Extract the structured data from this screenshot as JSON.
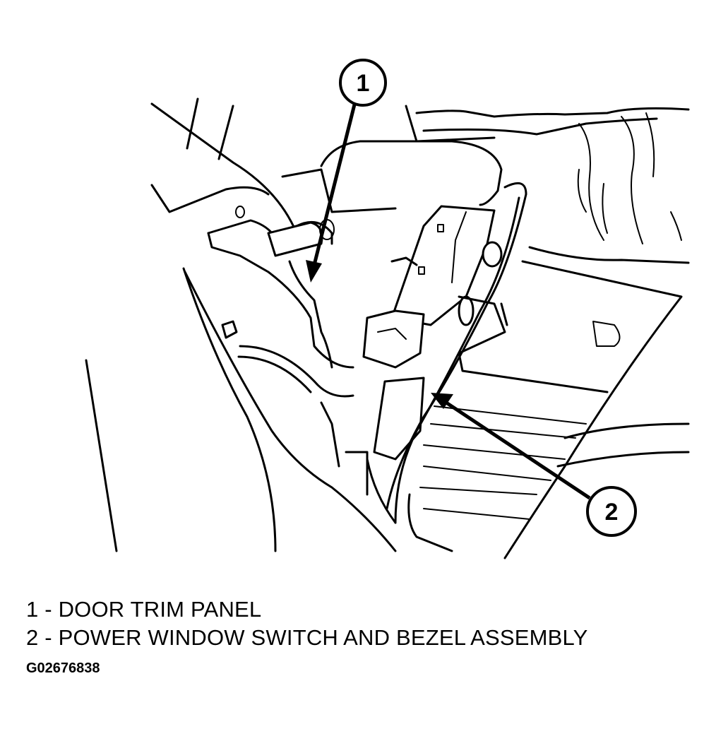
{
  "callouts": [
    {
      "number": "1"
    },
    {
      "number": "2"
    }
  ],
  "legend": [
    "1 - DOOR TRIM PANEL",
    "2 - POWER WINDOW SWITCH AND BEZEL ASSEMBLY"
  ],
  "figure_id": "G02676838"
}
